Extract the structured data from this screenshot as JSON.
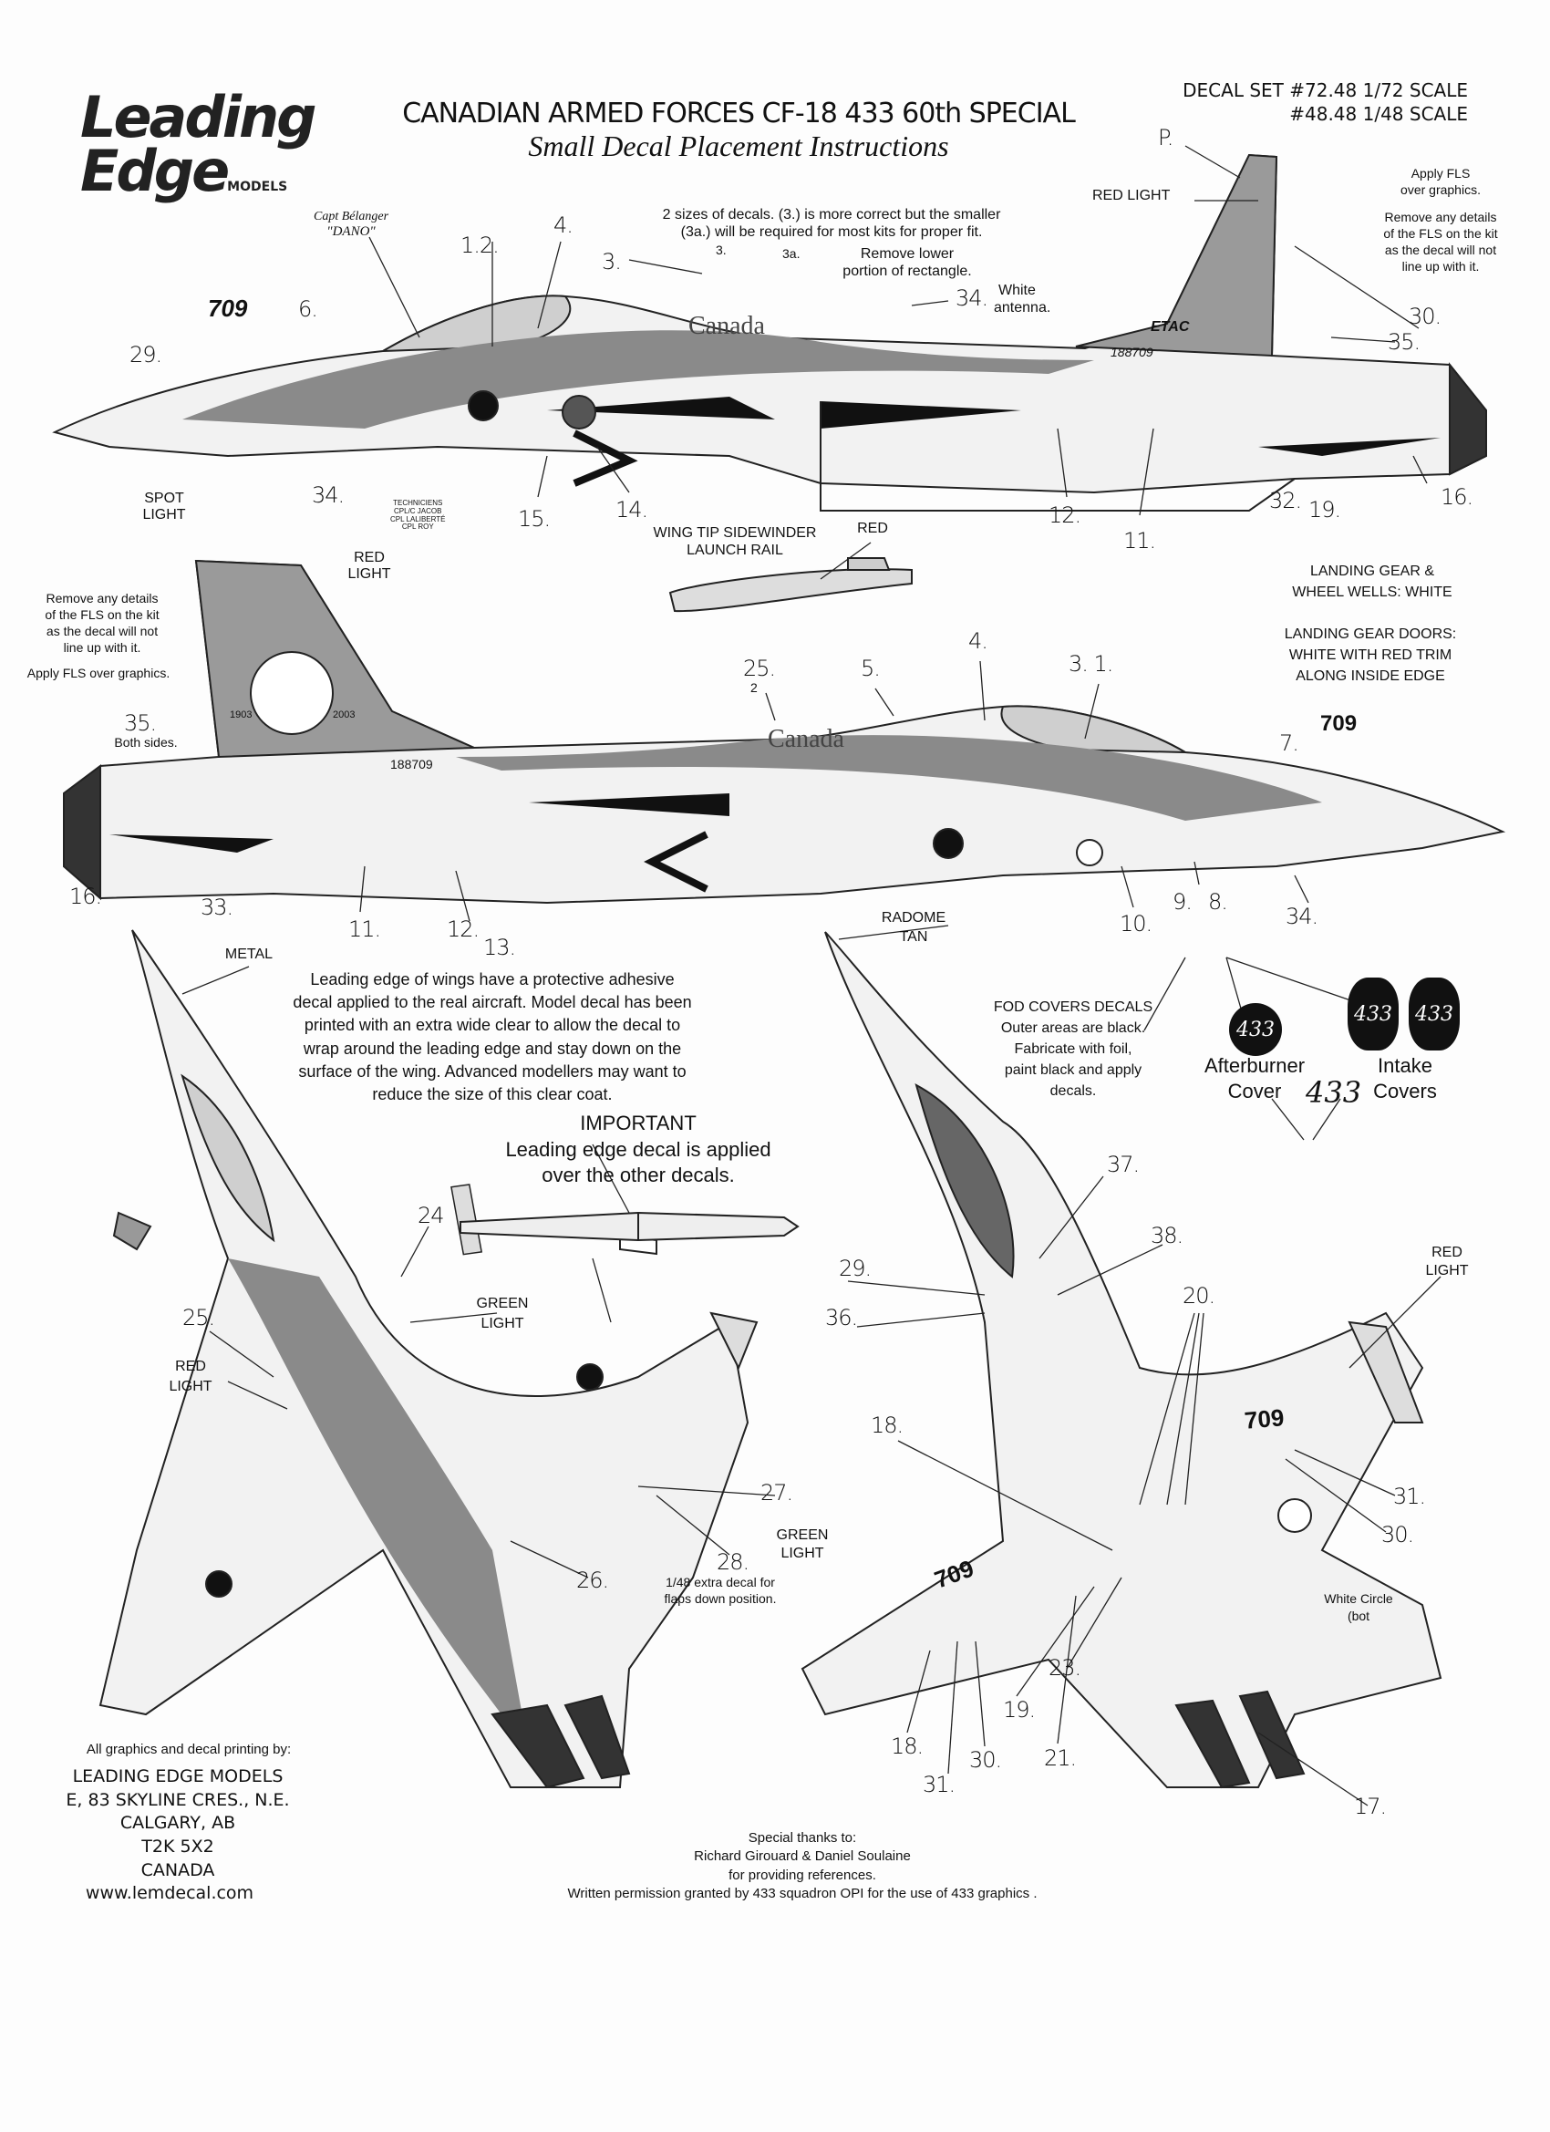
{
  "header": {
    "logo_text_line1": "Leading",
    "logo_text_line2": "Edge",
    "logo_text_suffix": "MODELS",
    "title": "CANADIAN ARMED FORCES CF-18 433 60th SPECIAL",
    "subtitle": "Small Decal Placement Instructions",
    "decal_set_line1": "DECAL SET  #72.48   1/72 SCALE",
    "decal_set_line2": "#48.48   1/48 SCALE"
  },
  "side_view_left": {
    "pilot_name": "Capt Bélanger",
    "pilot_callsign": "\"DANO\"",
    "note_sizes_line1": "2 sizes of decals.  (3.) is more correct but the smaller",
    "note_sizes_line2": "(3a.) will be required for most kits for proper fit.",
    "small_3": "3.",
    "small_3a": "3a.",
    "remove_lower_line1": "Remove lower",
    "remove_lower_line2": "portion of rectangle.",
    "white_antenna_line1": "White",
    "white_antenna_line2": "antenna.",
    "red_light": "RED LIGHT",
    "apply_fls_line1": "Apply FLS",
    "apply_fls_line2": "over graphics.",
    "remove_details": [
      "Remove any details",
      "of the FLS on the kit",
      "as the decal will not",
      "line up with it."
    ],
    "spot_light_line1": "SPOT",
    "spot_light_line2": "LIGHT",
    "fuselage_text": "Canada",
    "tail_text": "ETAC",
    "serial": "188709",
    "nose_number": "709",
    "technicians": [
      "TECHNICIENS",
      "CPL/C JACOB",
      "CPL LALIBERTÉ",
      "CPL ROY"
    ],
    "callouts": [
      "P.",
      "1.2.",
      "4.",
      "3.",
      "34.",
      "709",
      "6.",
      "29.",
      "30.",
      "35.",
      "34.",
      "15.",
      "14.",
      "12.",
      "11.",
      "32.",
      "19.",
      "16."
    ]
  },
  "sidewinder": {
    "label_line1": "WING TIP SIDEWINDER",
    "label_line2": "LAUNCH RAIL",
    "red": "RED"
  },
  "landing_gear": {
    "line1": "LANDING GEAR &",
    "line2": "WHEEL WELLS: WHITE",
    "doors_line1": "LANDING GEAR DOORS:",
    "doors_line2": "WHITE WITH RED TRIM",
    "doors_line3": "ALONG INSIDE EDGE"
  },
  "side_view_right": {
    "red_light_line1": "RED",
    "red_light_line2": "LIGHT",
    "remove_details": [
      "Remove any details",
      "of the FLS on the kit",
      "as the decal will not",
      "line up with it."
    ],
    "apply_fls": "Apply FLS over graphics.",
    "both_sides_num": "35.",
    "both_sides": "Both sides.",
    "fuselage_text": "Canada",
    "serial": "188709",
    "year_start": "1903",
    "year_end": "2003",
    "nose_number": "709",
    "callouts": [
      "25.",
      "2",
      "5.",
      "4.",
      "3. 1.",
      "7.",
      "16.",
      "33.",
      "11.",
      "12.",
      "13.",
      "10.",
      "9.",
      "8.",
      "34."
    ]
  },
  "planform_top": {
    "metal": "METAL",
    "leading_edge_note": "Leading edge of wings have a protective adhesive decal applied to the real aircraft.  Model decal has been printed with an extra wide clear to allow the decal to wrap around the leading edge and stay down on the surface of the wing.  Advanced modellers may want to reduce the size of this clear coat.",
    "important_title": "IMPORTANT",
    "important_line1": "Leading edge decal is applied",
    "important_line2": "over the other decals.",
    "green_light_line1": "GREEN",
    "green_light_line2": "LIGHT",
    "red_light_line1": "RED",
    "red_light_line2": "LIGHT",
    "flaps_note_line1": "1/48 extra decal for",
    "flaps_note_line2": "flaps down position.",
    "callouts": [
      "24",
      "25.",
      "27.",
      "28.",
      "26."
    ]
  },
  "planform_bottom": {
    "radome_line1": "RADOME",
    "radome_line2": "TAN",
    "fod_title": "FOD COVERS DECALS",
    "fod_lines": [
      "Outer areas are black.",
      "Fabricate with foil,",
      "paint black and apply",
      "decals."
    ],
    "afterburner_line1": "Afterburner",
    "afterburner_line2": "Cover",
    "intake_line1": "Intake",
    "intake_line2": "Covers",
    "fod_number": "433",
    "red_light_line1": "RED",
    "red_light_line2": "LIGHT",
    "green_light_line1": "GREEN",
    "green_light_line2": "LIGHT",
    "white_circle_line1": "White Circle",
    "white_circle_line2": "(bot",
    "wing_number": "709",
    "callouts": [
      "37.",
      "38.",
      "29.",
      "36.",
      "20.",
      "18.",
      "31.",
      "30.",
      "23.",
      "19.",
      "18.",
      "30.",
      "21.",
      "31.",
      "17."
    ]
  },
  "footer": {
    "credit": "All graphics and decal printing by:",
    "address": [
      "LEADING EDGE MODELS",
      "E, 83 SKYLINE CRES., N.E.",
      "CALGARY, AB",
      "T2K 5X2",
      "CANADA"
    ],
    "website": "www.lemdecal.com",
    "thanks": [
      "Special thanks to:",
      "Richard Girouard & Daniel Soulaine",
      "for providing references.",
      "Written permission granted by 433 squadron OPI for the use of 433 graphics ."
    ]
  },
  "colors": {
    "ink": "#111111",
    "gray": "#8a8a8a",
    "light_gray": "#cfcfcf",
    "paper": "#fdfdfd"
  }
}
